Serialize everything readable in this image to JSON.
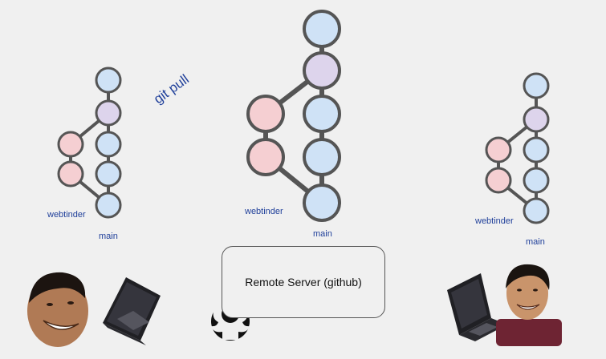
{
  "labels": {
    "git_pull": "git pull",
    "server": "Remote Server (github)",
    "left_branch": "webtinder",
    "left_main": "main",
    "center_branch": "webtinder",
    "center_main": "main",
    "right_branch": "webtinder",
    "right_main": "main"
  },
  "colors": {
    "main_commit": "#cfe2f6",
    "merge_commit": "#ddd4ec",
    "branch_commit": "#f5cfd2",
    "edge": "#555555",
    "label": "#1f3f9a",
    "background": "#f0f0f0"
  },
  "icons": [
    "github-icon",
    "laptop-icon",
    "person-photo"
  ]
}
